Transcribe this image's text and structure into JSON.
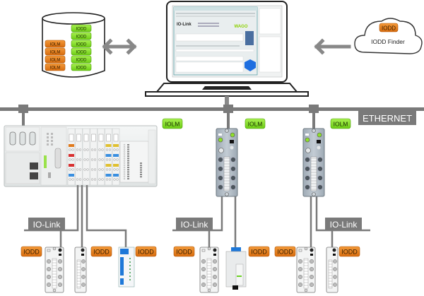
{
  "title": "IO-Link system architecture with IODD management",
  "colors": {
    "bus_gray": "#7a7a7a",
    "label_gray": "#777777",
    "iodd_orange": "#e8811c",
    "iolm_green": "#8ee02a",
    "device_blue": "#1e78d8",
    "module_steel": "#b9c3cc"
  },
  "database": {
    "iolm_stack": [
      "IOLM",
      "IOLM",
      "IOLM",
      "IOLM"
    ],
    "iodd_stack": [
      "IODD",
      "IODD",
      "IODD",
      "IODD",
      "IODD",
      "IODD"
    ]
  },
  "arrows": {
    "db_to_pc": "bidirectional",
    "cloud_to_pc": "left"
  },
  "laptop": {
    "app_logo": "IO-Link",
    "brand_logo": "WAGO"
  },
  "cloud": {
    "badge": "IODD",
    "label": "IODD Finder"
  },
  "network": {
    "ethernet_label": "ETHERNET",
    "io_link_label": "IO-Link"
  },
  "masters": [
    {
      "name": "controller",
      "badge": "IOLM"
    },
    {
      "name": "field-master-1",
      "badge": "IOLM"
    },
    {
      "name": "field-master-2",
      "badge": "IOLM"
    }
  ],
  "io_link_groups": [
    {
      "label": "IO-Link"
    },
    {
      "label": "IO-Link"
    },
    {
      "label": "IO-Link"
    }
  ],
  "devices": [
    {
      "type": "io-block-wide",
      "badge": "IODD"
    },
    {
      "type": "io-block-narrow",
      "badge": "IODD"
    },
    {
      "type": "io-module-blue",
      "badge": "IODD"
    },
    {
      "type": "io-block-wide",
      "badge": "IODD"
    },
    {
      "type": "sensor-module",
      "badge": "IODD"
    },
    {
      "type": "io-block-wide",
      "badge": "IODD"
    },
    {
      "type": "io-block-narrow",
      "badge": "IODD"
    }
  ]
}
